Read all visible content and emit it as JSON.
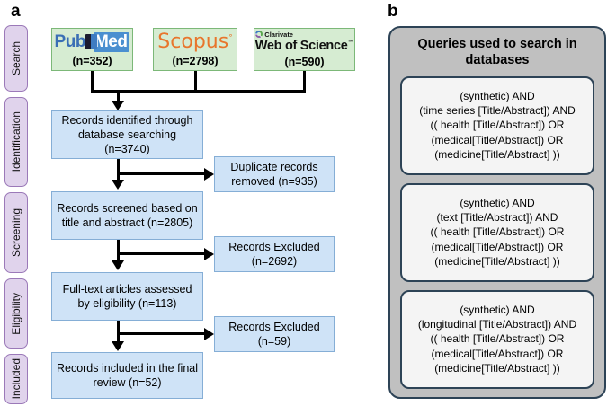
{
  "panels": {
    "a_label": "a",
    "b_label": "b"
  },
  "phases": [
    {
      "label": "Search"
    },
    {
      "label": "Identification"
    },
    {
      "label": "Screening"
    },
    {
      "label": "Eligibility"
    },
    {
      "label": "Included"
    }
  ],
  "databases": [
    {
      "name": "PubMed",
      "logo_pub": "Pub",
      "logo_med": "Med",
      "count": "(n=352)"
    },
    {
      "name": "Scopus",
      "logo_text": "Scopus",
      "reg": "°",
      "count": "(n=2798)"
    },
    {
      "name": "Web of Science",
      "clarivate": "Clarivate",
      "logo_text": "Web of Science",
      "tm": "™",
      "count": "(n=590)"
    }
  ],
  "flow": {
    "identified": "Records identified through database searching\n(n=3740)",
    "duplicates": "Duplicate records removed (n=935)",
    "screened": "Records screened based on title and abstract\n(n=2805)",
    "excluded_screening": "Records Excluded (n=2692)",
    "fulltext": "Full-text articles assessed by eligibility\n(n=113)",
    "excluded_eligibility": "Records Excluded (n=59)",
    "included": "Records included in the final review\n(n=52)"
  },
  "queries": {
    "title": "Queries used to search in databases",
    "items": [
      "(synthetic) AND\n(time series [Title/Abstract]) AND\n(( health [Title/Abstract]) OR\n(medical[Title/Abstract]) OR\n(medicine[Title/Abstract] ))",
      "(synthetic) AND\n(text [Title/Abstract]) AND\n(( health [Title/Abstract]) OR\n(medical[Title/Abstract]) OR\n(medicine[Title/Abstract] ))",
      "(synthetic) AND\n(longitudinal [Title/Abstract]) AND\n(( health [Title/Abstract]) OR\n(medical[Title/Abstract]) OR\n(medicine[Title/Abstract] ))"
    ]
  },
  "colors": {
    "phase_fill": "#e0d3ec",
    "phase_border": "#9b79b8",
    "database_fill": "#d6ecd2",
    "database_border": "#7cb878",
    "flow_fill": "#cfe3f7",
    "flow_border": "#85aed6",
    "panel_fill": "#c0c0c0",
    "panel_border": "#2d4356",
    "card_fill": "#f4f4f4",
    "pubmed_blue": "#3a6fb5",
    "scopus_orange": "#e8762c"
  }
}
